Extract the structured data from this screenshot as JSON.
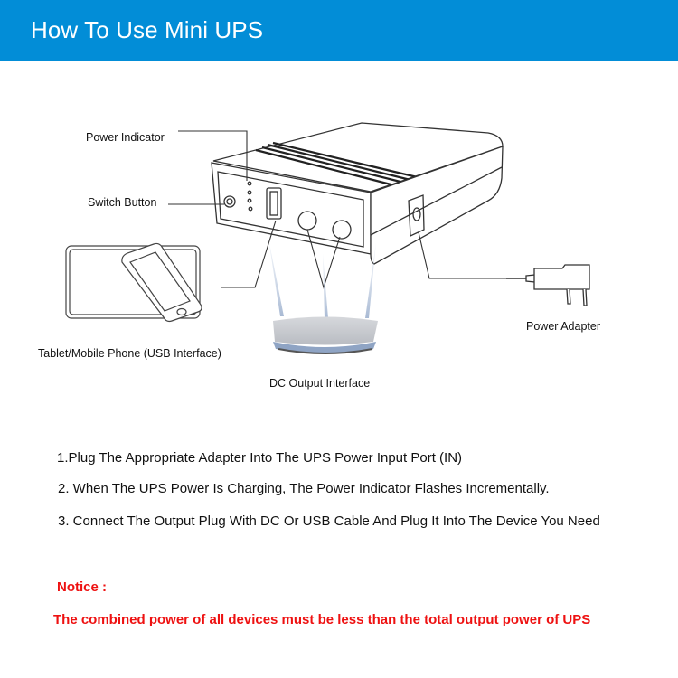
{
  "header": {
    "title": "How To Use Mini UPS",
    "background_color": "#028dd7"
  },
  "diagram": {
    "labels": {
      "power_indicator": "Power Indicator",
      "switch_button": "Switch Button",
      "tablet_phone": "Tablet/Mobile Phone (USB Interface)",
      "dc_output": "DC Output Interface",
      "power_adapter": "Power Adapter"
    },
    "icons": [
      "mini-ups-device-icon",
      "tablet-icon",
      "mobile-phone-icon",
      "router-icon",
      "power-adapter-icon"
    ]
  },
  "steps": [
    "1.Plug The Appropriate Adapter Into The UPS Power Input Port (IN)",
    "2. When The UPS Power Is Charging, The Power Indicator Flashes Incrementally.",
    "3. Connect The Output Plug With DC Or USB Cable And Plug It Into The Device You Need"
  ],
  "notice": {
    "title": "Notice :",
    "text": "The combined power of all devices must be less than the total output power of UPS",
    "color": "#ee1111"
  }
}
